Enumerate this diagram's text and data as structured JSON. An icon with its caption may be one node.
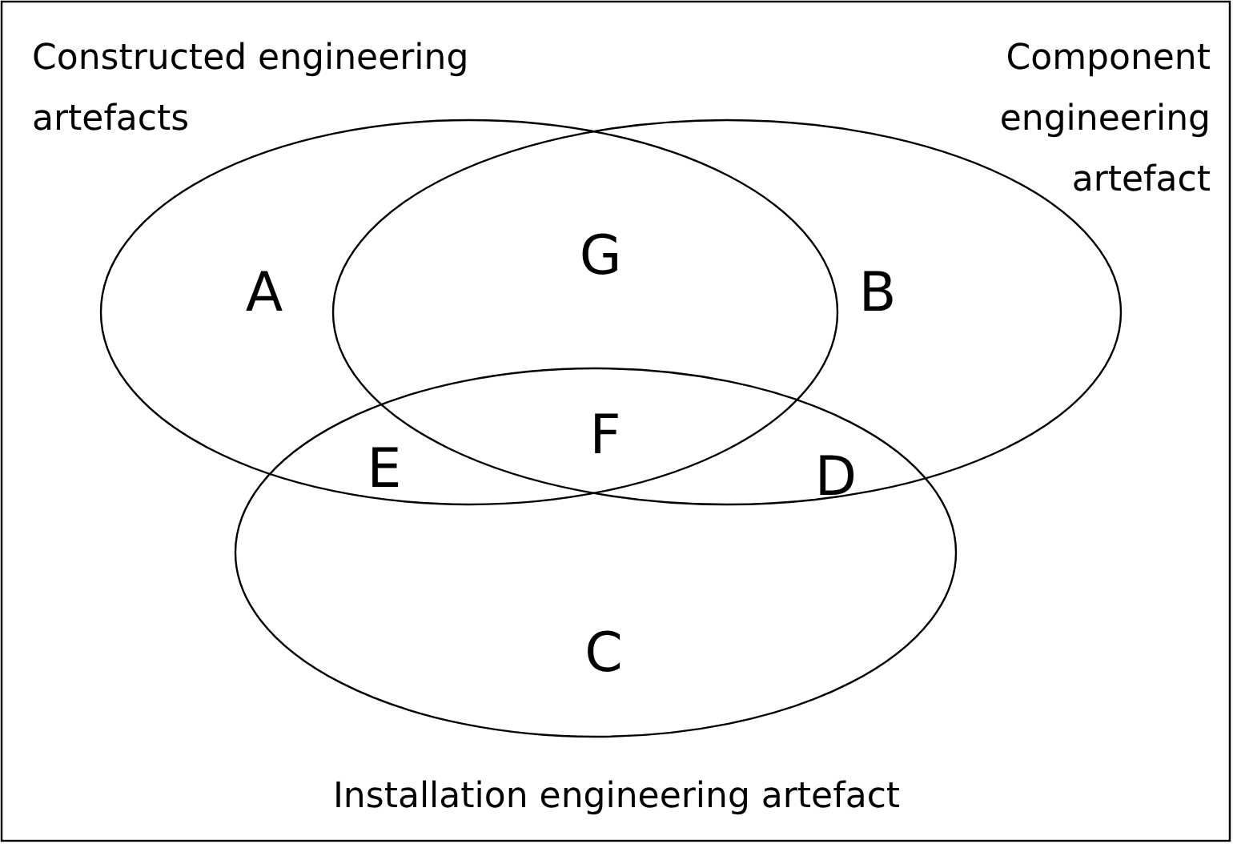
{
  "diagram": {
    "nodes": [
      {
        "text": [
          "Constructed engineering artefacts"
        ]
      },
      {
        "text": [
          "Component engineering artefact"
        ]
      },
      {
        "text": [
          "Installation engineering artefact"
        ]
      }
    ],
    "labels": [
      "A",
      "G",
      "B",
      "F",
      "E",
      "D",
      "C"
    ]
  }
}
